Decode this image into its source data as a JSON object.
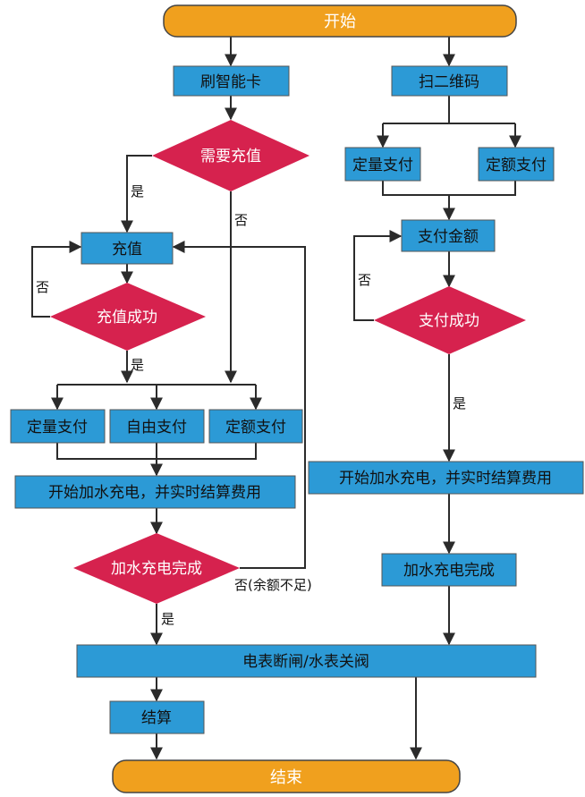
{
  "colors": {
    "terminal": "#f0a01e",
    "process": "#2c9ad6",
    "decision": "#d6224e",
    "line": "#2b2b2b"
  },
  "nodes": {
    "start": "开始",
    "swipe_card": "刷智能卡",
    "scan_qr": "扫二维码",
    "need_recharge": "需要充值",
    "recharge": "充值",
    "recharge_success": "充值成功",
    "fixed_qty_pay_left": "定量支付",
    "free_pay": "自由支付",
    "fixed_amt_pay_left": "定额支付",
    "start_charge_left": "开始加水充电，并实时结算费用",
    "charge_done_decision": "加水充电完成",
    "fixed_qty_pay_right": "定量支付",
    "fixed_amt_pay_right": "定额支付",
    "pay_amount": "支付金额",
    "pay_success": "支付成功",
    "start_charge_right": "开始加水充电，并实时结算费用",
    "charge_done_right": "加水充电完成",
    "meter_cutoff": "电表断闸/水表关阀",
    "settle": "结算",
    "end": "结束"
  },
  "labels": {
    "yes_need": "是",
    "no_need": "否",
    "no_recharge": "否",
    "yes_recharge": "是",
    "no_pay": "否",
    "yes_pay": "是",
    "no_balance": "否(余额不足)",
    "yes_done": "是"
  }
}
